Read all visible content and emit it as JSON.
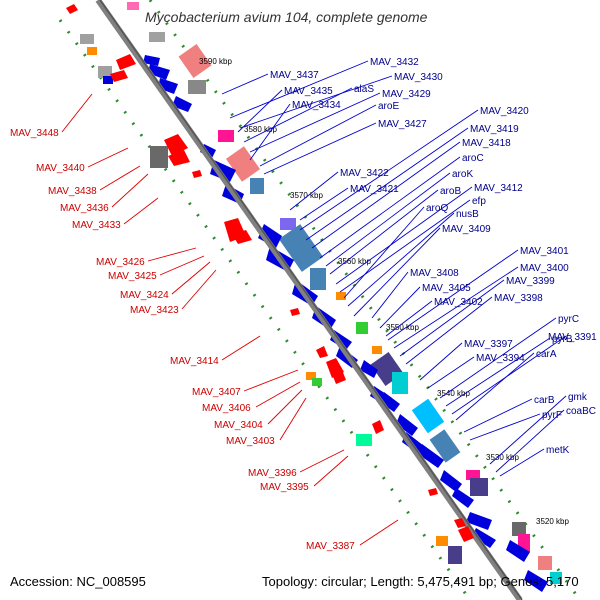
{
  "title": "Mycobacterium avium 104, complete genome",
  "accession_text": "Accession: NC_008595",
  "summary_text": "Topology: circular; Length: 5,475,491 bp; Genes: 5,170",
  "colors": {
    "backbone": "#808080",
    "forward_gene": "#0000dd",
    "reverse_gene": "#ff0000",
    "forward_label": "#00008b",
    "reverse_label": "#cc0000",
    "tick": "#228b22"
  },
  "kbp_labels": [
    "3590 kbp",
    "3580 kbp",
    "3570 kbp",
    "3560 kbp",
    "3550 kbp",
    "3540 kbp",
    "3530 kbp",
    "3520 kbp"
  ],
  "forward_labels": [
    "MAV_3437",
    "MAV_3432",
    "MAV_3430",
    "MAV_3435",
    "alaS",
    "MAV_3429",
    "MAV_3434",
    "aroE",
    "MAV_3427",
    "MAV_3420",
    "MAV_3419",
    "MAV_3418",
    "MAV_3422",
    "aroC",
    "MAV_3421",
    "aroK",
    "aroB",
    "MAV_3412",
    "efp",
    "aroQ",
    "nusB",
    "MAV_3409",
    "MAV_3401",
    "MAV_3400",
    "MAV_3408",
    "MAV_3399",
    "MAV_3405",
    "MAV_3398",
    "MAV_3402",
    "pyrC",
    "pyrB",
    "MAV_3391",
    "MAV_3397",
    "carA",
    "MAV_3394",
    "carB",
    "gmk",
    "pyrF",
    "coaBC",
    "metK"
  ],
  "reverse_labels": [
    "MAV_3448",
    "MAV_3440",
    "MAV_3438",
    "MAV_3436",
    "MAV_3433",
    "MAV_3426",
    "MAV_3425",
    "MAV_3424",
    "MAV_3423",
    "MAV_3414",
    "MAV_3407",
    "MAV_3406",
    "MAV_3404",
    "MAV_3403",
    "MAV_3396",
    "MAV_3395",
    "MAV_3387"
  ]
}
